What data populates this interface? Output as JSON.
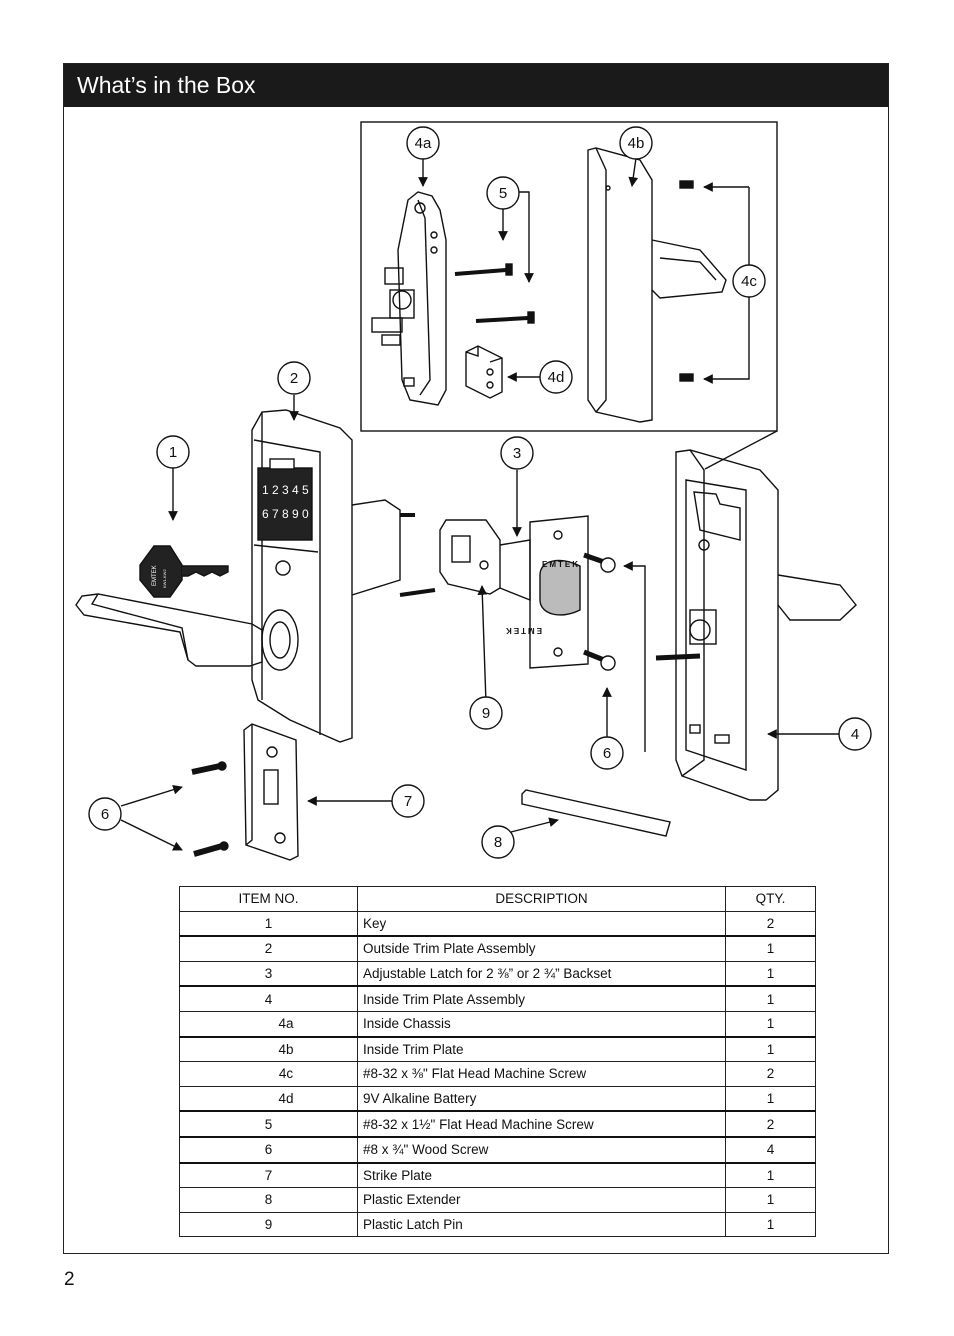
{
  "header": {
    "title": "What’s in the Box"
  },
  "page_number": "2",
  "callouts": {
    "c1": "1",
    "c2": "2",
    "c3": "3",
    "c4": "4",
    "c4a": "4a",
    "c4b": "4b",
    "c4c": "4c",
    "c4d": "4d",
    "c5": "5",
    "c6_left": "6",
    "c6_right": "6",
    "c7": "7",
    "c8": "8",
    "c9": "9"
  },
  "brand_marks": {
    "key_brand": "EMTEK",
    "key_code": "KW1-KW2",
    "latch_brand_top": "EMTEK",
    "latch_brand_bottom": "EMTEK"
  },
  "keypad_digits": [
    "1",
    "2",
    "3",
    "4",
    "5",
    "6",
    "7",
    "8",
    "9",
    "0"
  ],
  "table": {
    "headers": [
      "ITEM NO.",
      "DESCRIPTION",
      "QTY."
    ],
    "rows": [
      {
        "item": "1",
        "desc": "Key",
        "qty": "2"
      },
      {
        "item": "2",
        "desc": "Outside Trim Plate Assembly",
        "qty": "1"
      },
      {
        "item": "3",
        "desc": "Adjustable Latch for 2 ⅜” or 2 ¾” Backset",
        "qty": "1"
      },
      {
        "item": "4",
        "desc": "Inside Trim Plate Assembly",
        "qty": "1"
      },
      {
        "item": "4a",
        "desc": "Inside Chassis",
        "qty": "1"
      },
      {
        "item": "4b",
        "desc": "Inside Trim Plate",
        "qty": "1"
      },
      {
        "item": "4c",
        "desc": "#8-32 x ⅜\" Flat Head Machine Screw",
        "qty": "2"
      },
      {
        "item": "4d",
        "desc": " 9V Alkaline Battery",
        "qty": "1"
      },
      {
        "item": "5",
        "desc": "#8-32 x 1½\" Flat Head Machine Screw",
        "qty": "2"
      },
      {
        "item": "6",
        "desc": "#8 x ¾\" Wood Screw",
        "qty": "4"
      },
      {
        "item": "7",
        "desc": "Strike Plate",
        "qty": "1"
      },
      {
        "item": "8",
        "desc": "Plastic Extender",
        "qty": "1"
      },
      {
        "item": "9",
        "desc": "Plastic Latch Pin",
        "qty": "1"
      }
    ]
  }
}
